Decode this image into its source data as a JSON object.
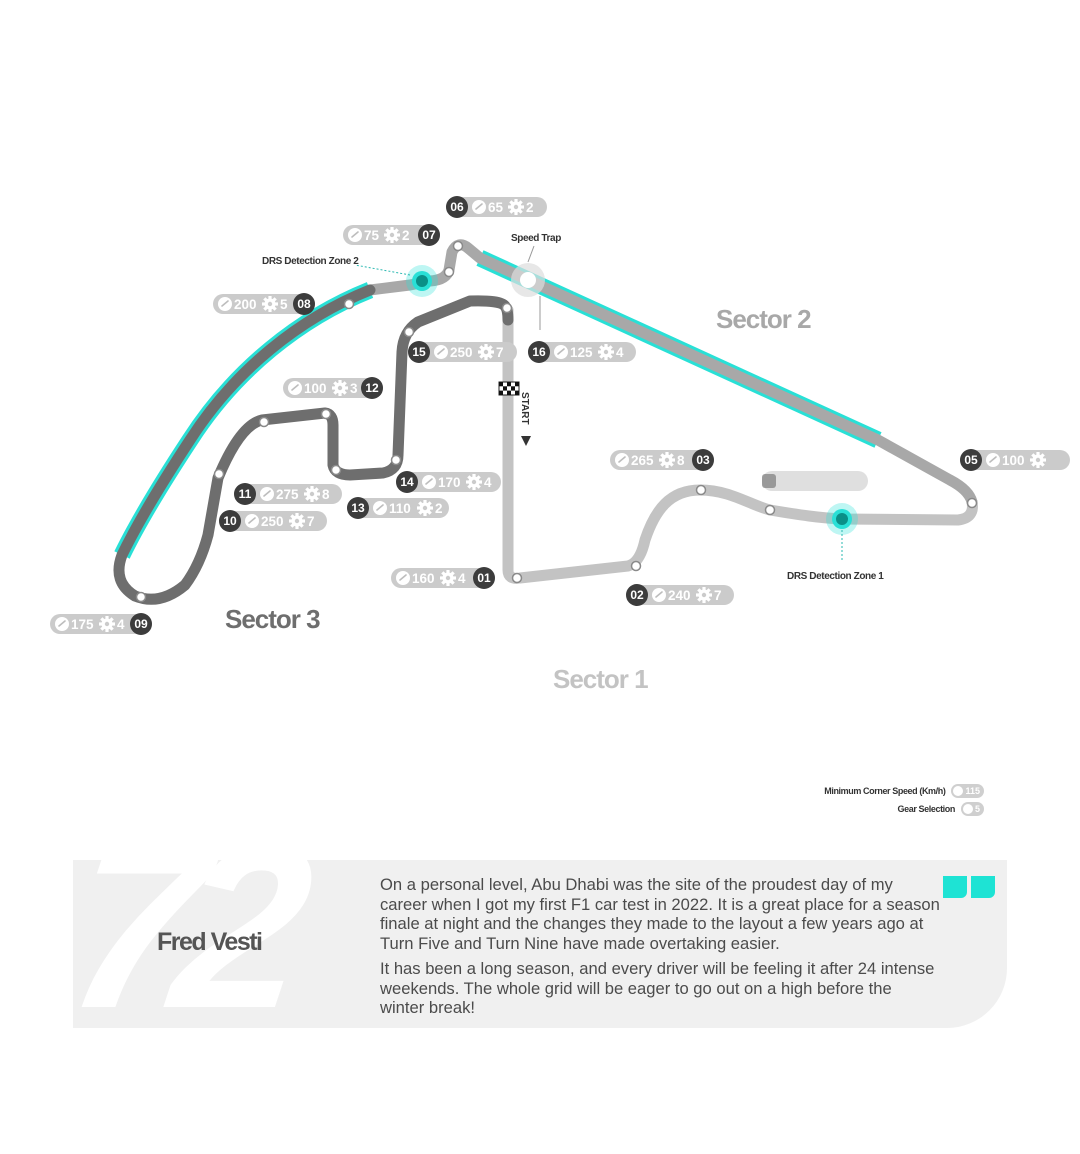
{
  "sectors": {
    "s1": "Sector 1",
    "s2": "Sector 2",
    "s3": "Sector 3"
  },
  "labels": {
    "speed_trap": "Speed Trap",
    "drs_zone_1": "DRS Detection Zone 1",
    "drs_zone_2": "DRS Detection Zone 2",
    "start": "START"
  },
  "corners": [
    {
      "turn": "01",
      "speed": "160",
      "gear": "4"
    },
    {
      "turn": "02",
      "speed": "240",
      "gear": "7"
    },
    {
      "turn": "03",
      "speed": "265",
      "gear": "8"
    },
    {
      "turn": "05",
      "speed": "100",
      "gear": ""
    },
    {
      "turn": "06",
      "speed": "65",
      "gear": "2"
    },
    {
      "turn": "07",
      "speed": "75",
      "gear": "2"
    },
    {
      "turn": "08",
      "speed": "200",
      "gear": "5"
    },
    {
      "turn": "09",
      "speed": "175",
      "gear": "4"
    },
    {
      "turn": "10",
      "speed": "250",
      "gear": "7"
    },
    {
      "turn": "11",
      "speed": "275",
      "gear": "8"
    },
    {
      "turn": "12",
      "speed": "100",
      "gear": "3"
    },
    {
      "turn": "13",
      "speed": "110",
      "gear": "2"
    },
    {
      "turn": "14",
      "speed": "170",
      "gear": "4"
    },
    {
      "turn": "15",
      "speed": "250",
      "gear": "7"
    },
    {
      "turn": "16",
      "speed": "125",
      "gear": "4"
    }
  ],
  "legend": {
    "speed_label": "Minimum Corner Speed (Km/h)",
    "speed_example": "115",
    "gear_label": "Gear Selection",
    "gear_example": "5"
  },
  "quote": {
    "number": "72",
    "driver": "Fred Vesti",
    "paragraph1": "On a personal level, Abu Dhabi was the site of the proudest day of my career when I got my first F1 car test in 2022. It is a great place for a season finale at night and the changes they made to the layout a few years ago at Turn Five and Turn Nine have made overtaking easier.",
    "paragraph2": "It has been a long season, and every driver will be feeling it after 24 intense weekends. The whole grid will be eager to go out on a high before the winter break!"
  },
  "colors": {
    "sector1": "#c3c3c3",
    "sector2": "#a8a8a8",
    "sector3": "#6e6e6e",
    "drs": "#29e0d6",
    "turn_badge": "#3c3c3c",
    "pill": "#cbcbcb"
  }
}
